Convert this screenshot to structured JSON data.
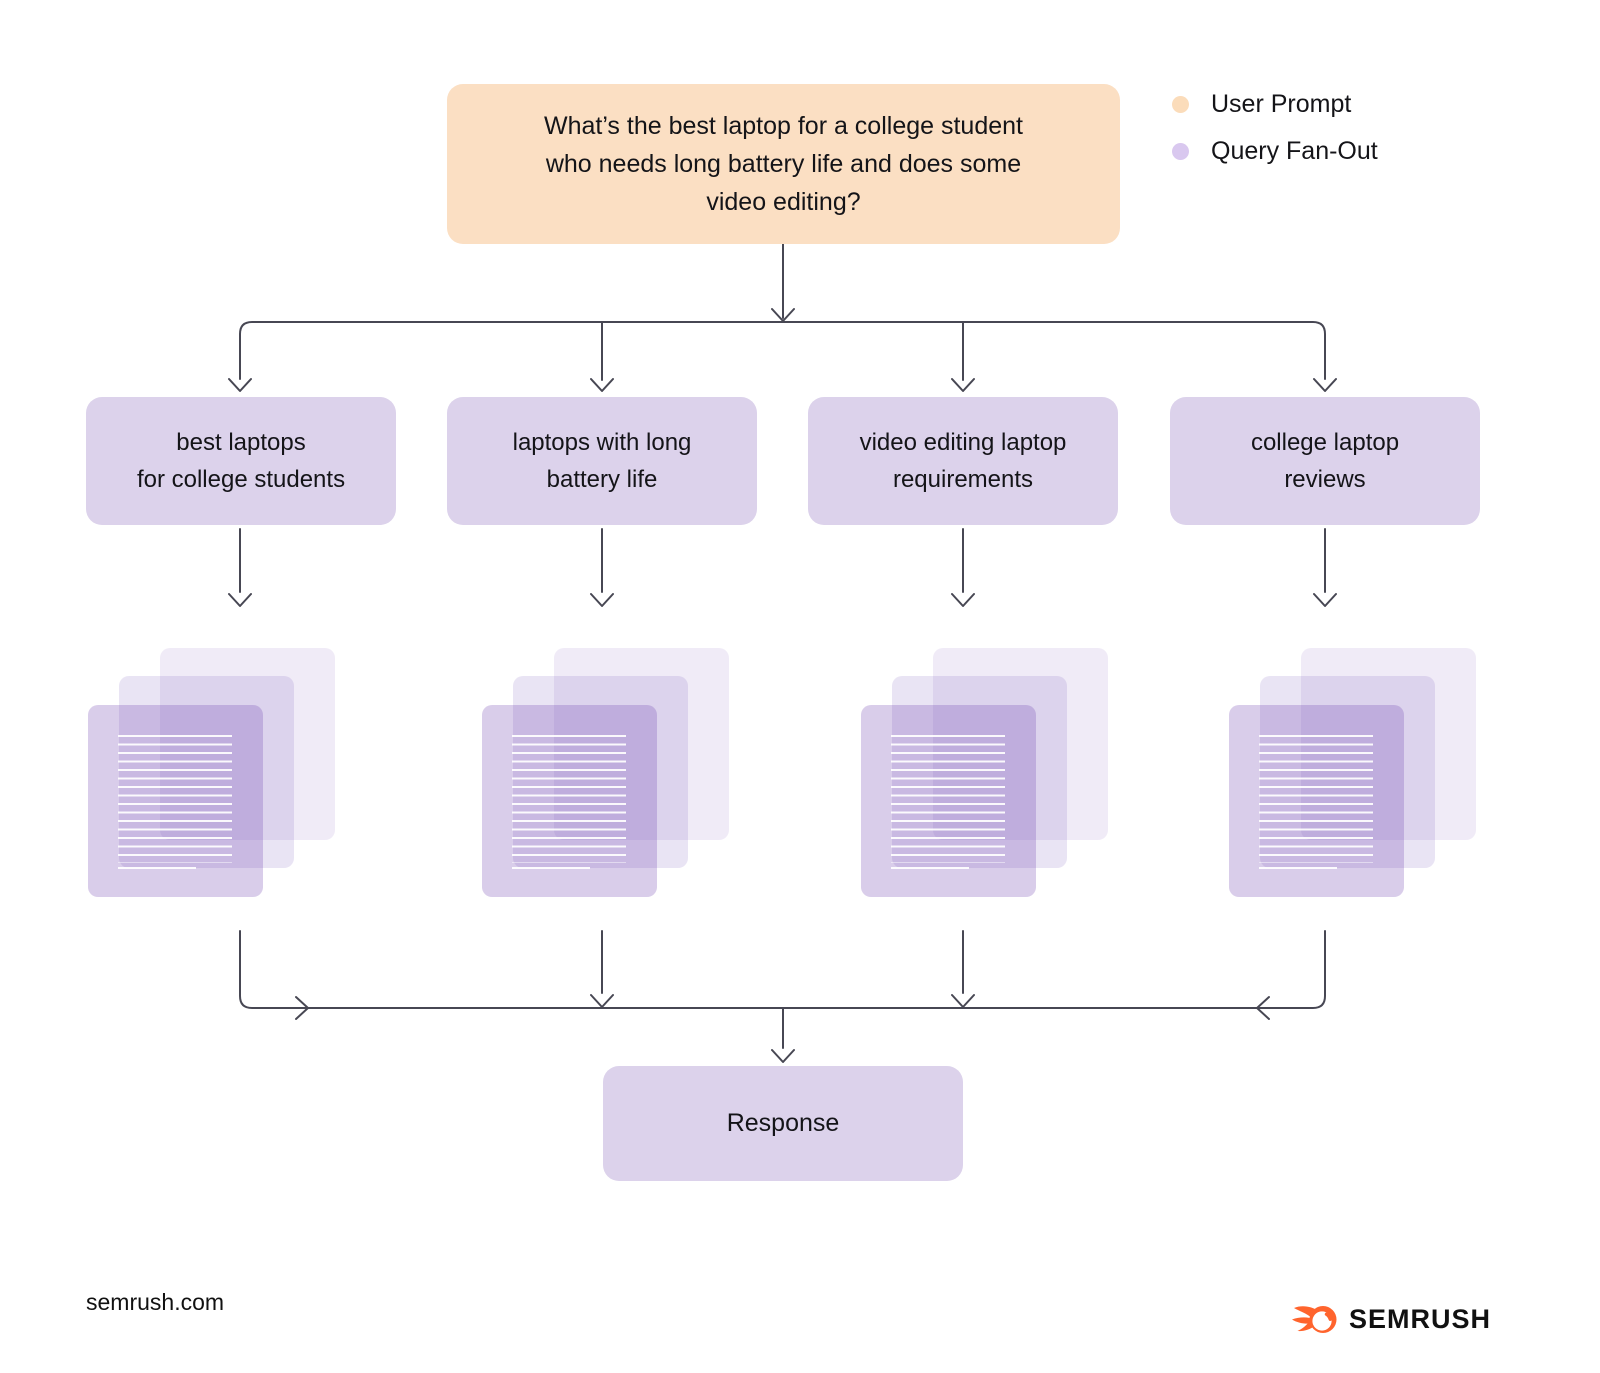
{
  "prompt": {
    "text": "What’s the best laptop for a college student\nwho needs long battery life and does some\nvideo editing?"
  },
  "legend": {
    "items": [
      {
        "label": "User Prompt",
        "color": "#FBDCBA"
      },
      {
        "label": "Query Fan-Out",
        "color": "#D9C8EF"
      }
    ]
  },
  "queries": [
    {
      "label": "best laptops\nfor college students"
    },
    {
      "label": "laptops with long\nbattery life"
    },
    {
      "label": "video editing laptop\nrequirements"
    },
    {
      "label": "college laptop\nreviews"
    }
  ],
  "documents": {
    "stacks": 4,
    "cards_per_stack": 3,
    "description_icon": "document-stack-icon"
  },
  "response": {
    "label": "Response"
  },
  "footer": {
    "site": "semrush.com",
    "brand": "SEMRUSH"
  },
  "colors": {
    "user_prompt_fill": "#FBDFC3",
    "query_fill": "#DCD2EB",
    "connector": "#474753",
    "brand_orange": "#FF642D",
    "doc_front_fill": "#D9CDEA",
    "doc_mid_fill": "#E9E3F3",
    "doc_back_fill": "#EFEBF7"
  }
}
